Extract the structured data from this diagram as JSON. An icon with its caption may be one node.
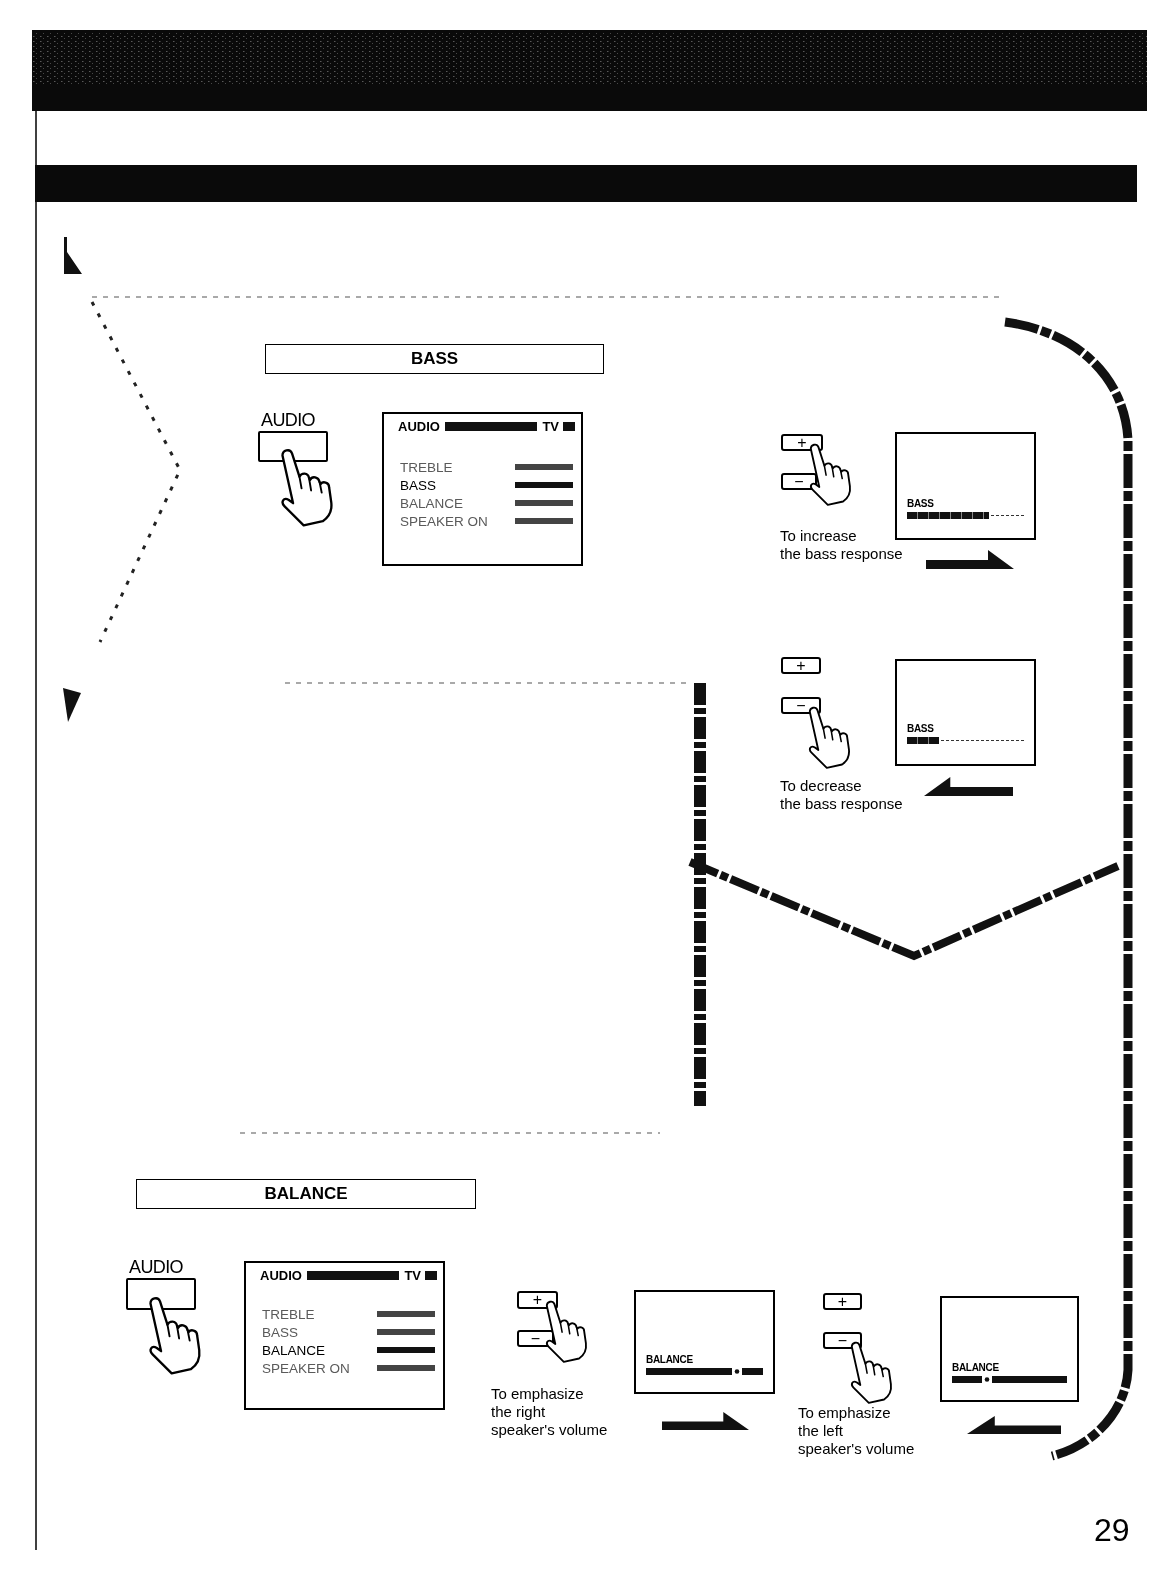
{
  "diagram": {
    "nodes": [
      {
        "text": [],
        "shape": "bar"
      },
      {
        "text": [],
        "shape": "bar"
      },
      {
        "text": [
          "BASS"
        ]
      },
      {
        "text": [
          "AUDIO"
        ]
      },
      {
        "text": [
          "AUDIO",
          "TV",
          "TREBLE",
          "BASS",
          "BALANCE",
          "SPEAKER ON"
        ]
      },
      {
        "text": [
          "+"
        ]
      },
      {
        "text": [
          "−"
        ]
      },
      {
        "text": [
          "BASS"
        ]
      },
      {
        "text": [
          "+"
        ]
      },
      {
        "text": [
          "−"
        ]
      },
      {
        "text": [
          "BASS"
        ]
      },
      {
        "text": [
          "BALANCE"
        ]
      },
      {
        "text": [
          "AUDIO"
        ]
      },
      {
        "text": [
          "AUDIO",
          "TV",
          "TREBLE",
          "BASS",
          "BALANCE",
          "SPEAKER ON"
        ]
      },
      {
        "text": [
          "+"
        ]
      },
      {
        "text": [
          "−"
        ]
      },
      {
        "text": [
          "BALANCE"
        ]
      },
      {
        "text": [
          "+"
        ]
      },
      {
        "text": [
          "−"
        ]
      },
      {
        "text": [
          "BALANCE"
        ]
      }
    ],
    "labels": [
      "To increase the bass response",
      "To decrease the bass response",
      "To emphasize the right speaker's volume",
      "To emphasize the left speaker's volume",
      "29"
    ]
  }
}
